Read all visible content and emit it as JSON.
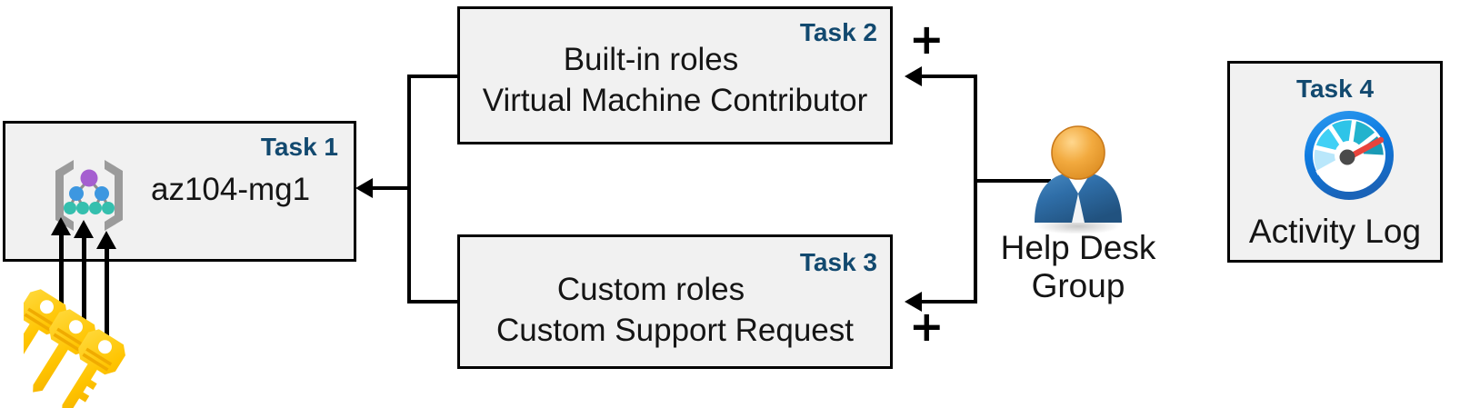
{
  "diagram": {
    "title_colors": {
      "task_label": "#12496f",
      "box_fill": "#f1f1f1",
      "box_border": "#000000",
      "connector": "#000000",
      "key_gold": "#ffc500",
      "key_gold_light": "#ffd633",
      "person_head": "#eda63a",
      "person_body": "#2e6da4",
      "gauge_ring": "#0f7fe0",
      "gauge_needle": "#e8443c",
      "mg_bracket": "#9b9b9b",
      "mg_node_purple": "#a55fd0",
      "mg_node_blue": "#3d97e0",
      "mg_node_teal": "#35bfae"
    },
    "boxes": [
      {
        "id": "task1",
        "task_label": "Task 1",
        "lines": [
          "az104-mg1"
        ],
        "icon": "management-group-icon"
      },
      {
        "id": "task2",
        "task_label": "Task 2",
        "lines": [
          "Built-in roles",
          "Virtual Machine Contributor"
        ],
        "icon": ""
      },
      {
        "id": "task3",
        "task_label": "Task 3",
        "lines": [
          "Custom roles",
          "Custom Support Request"
        ],
        "icon": ""
      },
      {
        "id": "task4",
        "task_label": "Task 4",
        "lines": [
          "Activity Log"
        ],
        "icon": "activity-log-gauge-icon"
      }
    ],
    "person": {
      "icon": "user-group-icon",
      "caption_line1": "Help Desk",
      "caption_line2": "Group"
    },
    "keys": {
      "icon": "keys-icon",
      "count": 3
    },
    "plus_signs": [
      "+",
      "+"
    ],
    "arrows": {
      "into_task1": "arrow-left-icon",
      "into_task2": "arrow-left-icon",
      "into_task3": "arrow-left-icon",
      "key_arrows": [
        "arrow-up-icon",
        "arrow-up-icon",
        "arrow-up-icon"
      ]
    }
  }
}
